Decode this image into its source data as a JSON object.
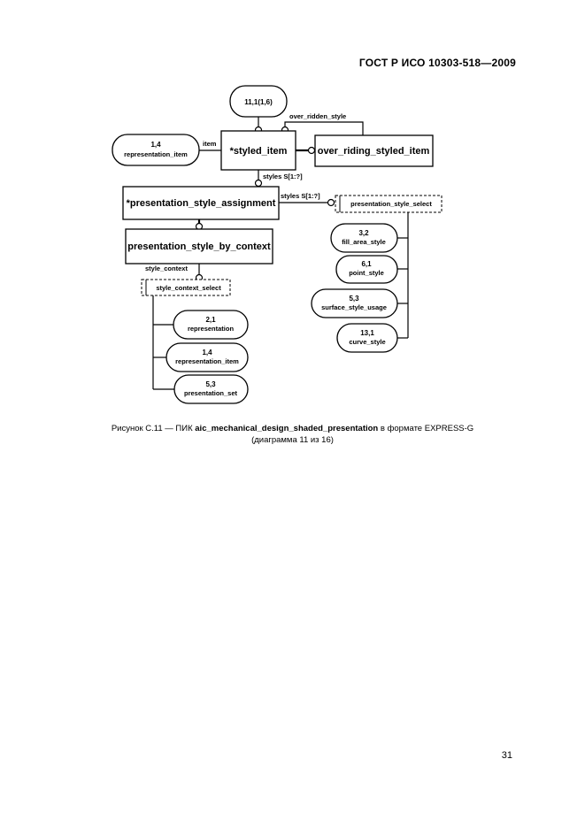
{
  "header": {
    "standard": "ГОСТ Р ИСО 10303-518—2009"
  },
  "page_number": "31",
  "caption": {
    "prefix": "Рисунок  С.11 — ПИК ",
    "name": "aic_mechanical_design_shaded_presentation",
    "suffix": " в формате EXPRESS-G",
    "line2": "(диаграмма 11 из 16)"
  },
  "diagram": {
    "top_ref": "11,1(1,6)",
    "entities": {
      "styled_item": "*styled_item",
      "over_riding_styled_item": "over_riding_styled_item",
      "presentation_style_assignment": "*presentation_style_assignment",
      "presentation_style_by_context": "presentation_style_by_context"
    },
    "selects": {
      "presentation_style_select": "presentation_style_select",
      "style_context_select": "style_context_select"
    },
    "left_ref": {
      "num": "1,4",
      "name": "representation_item"
    },
    "style_refs": [
      {
        "num": "3,2",
        "name": "fill_area_style"
      },
      {
        "num": "6,1",
        "name": "point_style"
      },
      {
        "num": "5,3",
        "name": "surface_style_usage"
      },
      {
        "num": "13,1",
        "name": "curve_style"
      }
    ],
    "context_refs": [
      {
        "num": "2,1",
        "name": "representation"
      },
      {
        "num": "1,4",
        "name": "representation_item"
      },
      {
        "num": "5,3",
        "name": "presentation_set"
      }
    ],
    "attributes": {
      "item": "item",
      "over_ridden_style": "over_ridden_style",
      "styles_1": "styles S[1:?]",
      "styles_2": "styles S[1:?]",
      "style_context": "style_context"
    }
  }
}
